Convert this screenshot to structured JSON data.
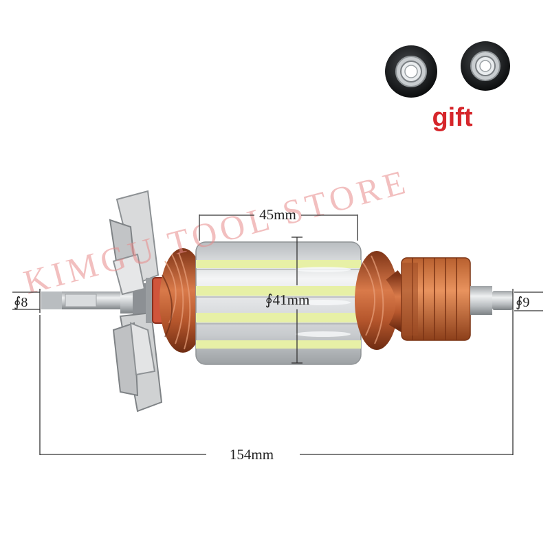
{
  "product": {
    "gift_label": "gift",
    "watermark": "KIMGU TOOL STORE"
  },
  "dimensions": {
    "core_length": "45mm",
    "core_diameter": "∮41mm",
    "left_shaft_diameter": "∮8",
    "right_shaft_diameter": "∮9",
    "total_length": "154mm"
  },
  "colors": {
    "copper": "#c8653a",
    "copper_dark": "#8a3a1c",
    "steel": "#cfd2d4",
    "insulation": "#e7f0a6",
    "gift": "#d6262b",
    "watermark": "#e88b8b"
  }
}
